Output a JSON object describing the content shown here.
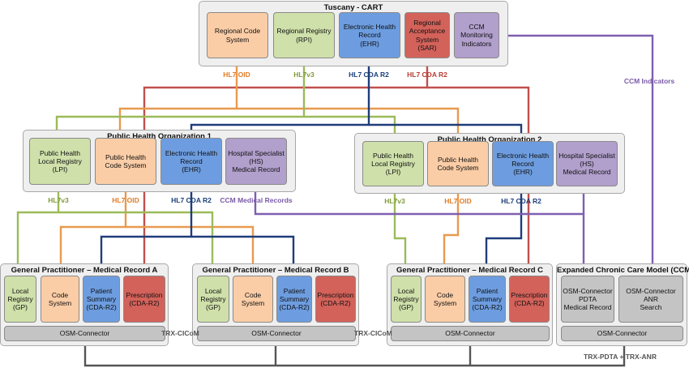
{
  "cart": {
    "title": "Tuscany - CART",
    "boxes": {
      "rcs": "Regional Code\nSystem",
      "rpi": "Regional Registry\n(RPI)",
      "ehr": "Electronic Health\nRecord\n(EHR)",
      "sar": "Regional\nAcceptance\nSystem\n(SAR)",
      "ccm": "CCM\nMonitoring\nIndicators"
    },
    "labels": {
      "oid": "HL7 OID",
      "v3": "HL7v3",
      "cda1": "HL7 CDA R2",
      "cda2": "HL7 CDA R2"
    }
  },
  "ccm_indicators": "CCM Indicators",
  "pho1": {
    "title": "Public Health Organization 1",
    "boxes": {
      "lpi": "Public Health\nLocal Registry\n(LPI)",
      "cs": "Public Health\nCode System",
      "ehr": "Electronic Health\nRecord\n(EHR)",
      "hs": "Hospital Specialist\n(HS)\nMedical Record"
    },
    "labels": {
      "v3": "HL7v3",
      "oid": "HL7 OID",
      "cda": "HL7 CDA R2",
      "ccm": "CCM Medical Records"
    }
  },
  "pho2": {
    "title": "Public Health Organization 2",
    "boxes": {
      "lpi": "Public Health\nLocal Registry\n(LPI)",
      "cs": "Public Health\nCode System",
      "ehr": "Electronic Health\nRecord\n(EHR)",
      "hs": "Hospital Specialist\n(HS)\nMedical Record"
    },
    "labels": {
      "v3": "HL7v3",
      "oid": "HL7 OID",
      "cda": "HL7 CDA R2"
    }
  },
  "gp_a": {
    "title": "General Practitioner – Medical Record A",
    "boxes": {
      "reg": "Local\nRegistry\n(GP)",
      "cs": "Code\nSystem",
      "ps": "Patient\nSummary\n(CDA-R2)",
      "pr": "Prescription\n(CDA-R2)"
    },
    "connector": "OSM-Connector"
  },
  "gp_b": {
    "title": "General Practitioner – Medical Record B",
    "boxes": {
      "reg": "Local\nRegistry\n(GP)",
      "cs": "Code\nSystem",
      "ps": "Patient\nSummary\n(CDA-R2)",
      "pr": "Prescription\n(CDA-R2)"
    },
    "connector": "OSM-Connector"
  },
  "gp_c": {
    "title": "General Practitioner – Medical Record C",
    "boxes": {
      "reg": "Local\nRegistry\n(GP)",
      "cs": "Code\nSystem",
      "ps": "Patient\nSummary\n(CDA-R2)",
      "pr": "Prescription\n(CDA-R2)"
    },
    "connector": "OSM-Connector"
  },
  "ccm_model": {
    "title": "Expanded Chronic Care Model (CCM)",
    "boxes": {
      "pdta": "OSM-Connector\nPDTA\nMedical Record",
      "anr": "OSM-Connector\nANR\nSearch"
    },
    "connector": "OSM-Connector"
  },
  "trx": {
    "cicom1": "TRX-CICoM",
    "cicom2": "TRX-CICoM",
    "pdta_anr": "TRX-PDTA + TRX-ANR"
  },
  "colors": {
    "orange": "#e89a4e",
    "green": "#9bbb59",
    "blue": "#1f3d7a",
    "red": "#c0504d",
    "purple": "#7f5fb0",
    "gray": "#555555"
  }
}
